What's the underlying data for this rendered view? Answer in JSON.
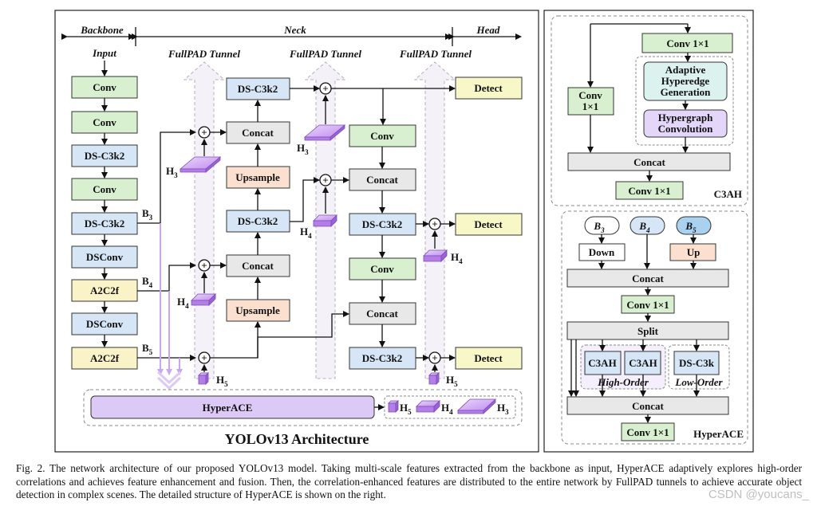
{
  "main": {
    "title": "YOLOv13 Architecture",
    "sections": {
      "backbone": "Backbone",
      "neck": "Neck",
      "head": "Head"
    },
    "input_label": "Input",
    "tunnel_label": "FullPAD Tunnel",
    "backbone_blocks": [
      "Conv",
      "Conv",
      "DS-C3k2",
      "Conv",
      "DS-C3k2",
      "DSConv",
      "A2C2f",
      "DSConv",
      "A2C2f"
    ],
    "b_labels": {
      "b3": "B",
      "b4": "B",
      "b5": "B",
      "s3": "3",
      "s4": "4",
      "s5": "5"
    },
    "neck_col1": [
      "DS-C3k2",
      "Concat",
      "Upsample",
      "DS-C3k2",
      "Concat",
      "Upsample"
    ],
    "neck_col2": [
      "Conv",
      "Concat",
      "DS-C3k2",
      "Conv",
      "Concat",
      "DS-C3k2"
    ],
    "detect": [
      "Detect",
      "Detect",
      "Detect"
    ],
    "h_labels": {
      "h": "H",
      "s3": "3",
      "s4": "4",
      "s5": "5"
    },
    "hyperace": "HyperACE",
    "plus": "+"
  },
  "c3ah": {
    "conv_top": "Conv 1×1",
    "conv_left_1": "Conv",
    "conv_left_2": "1×1",
    "ahg_1": "Adaptive",
    "ahg_2": "Hyperedge",
    "ahg_3": "Generation",
    "hgc_1": "Hypergraph",
    "hgc_2": "Convolution",
    "concat": "Concat",
    "conv_out": "Conv 1×1",
    "label": "C3AH"
  },
  "hyperace_detail": {
    "inputs": [
      "B",
      "B",
      "B"
    ],
    "input_subs": [
      "3",
      "4",
      "5"
    ],
    "down": "Down",
    "up": "Up",
    "concat1": "Concat",
    "conv1": "Conv 1×1",
    "split": "Split",
    "c3ah_a": "C3AH",
    "c3ah_b": "C3AH",
    "dsc3k": "DS-C3k",
    "high_order": "High-Order",
    "low_order": "Low-Order",
    "concat2": "Concat",
    "conv2": "Conv 1×1",
    "label": "HyperACE"
  },
  "caption": "Fig. 2.  The network architecture of our proposed YOLOv13 model. Taking multi-scale features extracted from the backbone as input, HyperACE adaptively explores high-order correlations and achieves feature enhancement and fusion. Then, the correlation-enhanced features are distributed to the entire network by FullPAD tunnels to achieve accurate object detection in complex scenes. The detailed structure of HyperACE is shown on the right.",
  "watermark": "CSDN @youcans_",
  "colors": {
    "conv": "#d8f0d0",
    "ds": "#d6e6f7",
    "a2c2f": "#fbf3c8",
    "concat": "#e8e8e8",
    "upsample": "#fbe0d0",
    "detect": "#f8f7c8",
    "hyperace": "#dcc9f5",
    "tunnel_arrow": "#c9a6ef"
  }
}
